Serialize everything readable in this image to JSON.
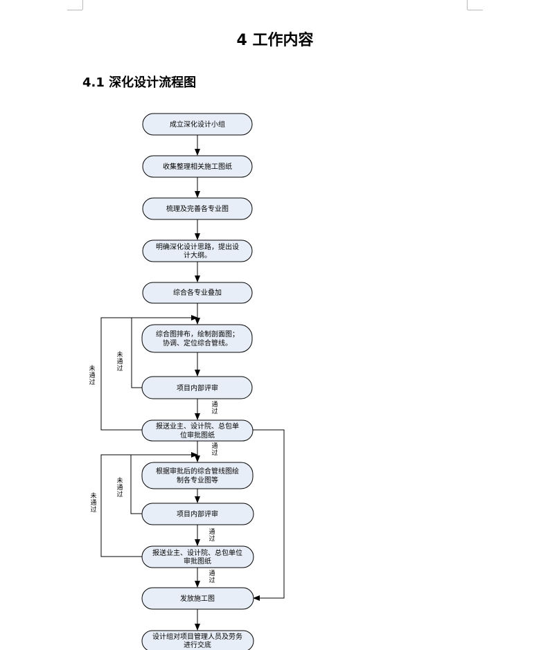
{
  "heading": {
    "chapter": "4  工作内容",
    "section": "4.1 深化设计流程图"
  },
  "flow": {
    "steps": [
      [
        "成立深化设计小组"
      ],
      [
        "收集整理相关施工图纸"
      ],
      [
        "梳理及完善各专业图"
      ],
      [
        "明确深化设计思路，提出设",
        "计大纲。"
      ],
      [
        "综合各专业叠加"
      ],
      [
        "综合图排布，绘制剖面图；",
        "协调、定位综合管线。"
      ],
      [
        "项目内部评审"
      ],
      [
        "报送业主、设计院、总包单",
        "位审批图纸"
      ],
      [
        "根据审批后的综合管线图绘",
        "制各专业图等"
      ],
      [
        "项目内部评审"
      ],
      [
        "报送业主、设计院、总包单位",
        "审批图纸"
      ],
      [
        "发放施工图"
      ],
      [
        "设计组对项目管理人员及劳务",
        "进行交底"
      ]
    ],
    "labels": {
      "fail_1": "未",
      "fail_2": "通",
      "fail_3": "过",
      "pass_1": "通",
      "pass_2": "过"
    }
  }
}
